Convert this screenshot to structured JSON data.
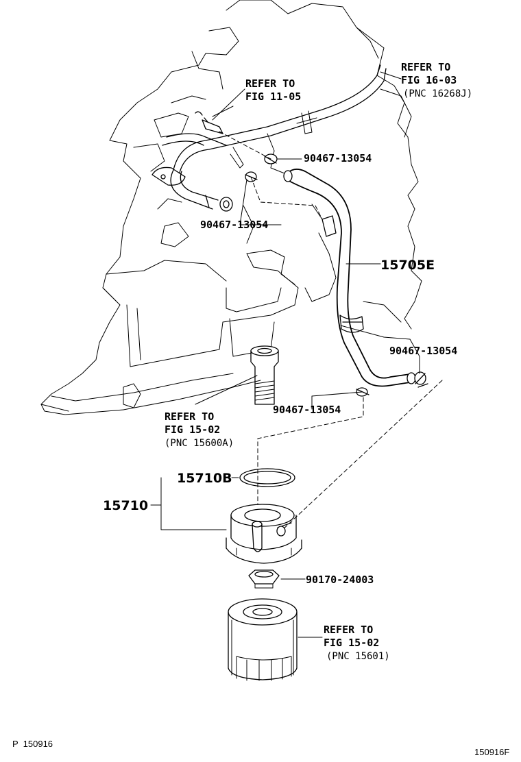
{
  "labels": {
    "refer_11_05_line1": "REFER TO",
    "refer_11_05_line2": "FIG 11-05",
    "refer_16_03_line1": "REFER TO",
    "refer_16_03_line2": "FIG 16-03",
    "refer_16_03_line3": "(PNC 16268J)",
    "clamp_upper_right": "90467-13054",
    "clamp_upper_left": "90467-13054",
    "hose_part": "15705E",
    "clamp_right": "90467-13054",
    "clamp_lower": "90467-13054",
    "refer_15_02a_line1": "REFER TO",
    "refer_15_02a_line2": "FIG 15-02",
    "refer_15_02a_line3": "(PNC 15600A)",
    "gasket_part": "15710B",
    "cooler_part": "15710",
    "nut_part": "90170-24003",
    "refer_15_02b_line1": "REFER TO",
    "refer_15_02b_line2": "FIG 15-02",
    "refer_15_02b_line3": "(PNC 15601)"
  },
  "footer": {
    "left": "P  150916",
    "right": "150916F"
  }
}
